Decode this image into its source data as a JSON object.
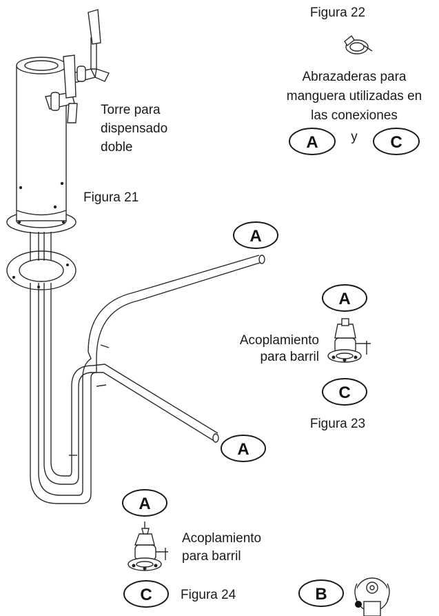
{
  "figures": {
    "fig21": "Figura 21",
    "fig22": "Figura 22",
    "fig23": "Figura 23",
    "fig24": "Figura 24"
  },
  "tower_label": [
    "Torre para",
    "dispensado",
    "doble"
  ],
  "clamp_label": [
    "Abrazaderas para",
    "manguera utilizadas en",
    "las conexiones"
  ],
  "clamp_joiner": "y",
  "coupler_label_fig23": [
    "Acoplamiento",
    "para barril"
  ],
  "coupler_label_fig24": [
    "Acoplamiento",
    "para barril"
  ],
  "markers": {
    "a": "A",
    "b": "B",
    "c": "C"
  }
}
